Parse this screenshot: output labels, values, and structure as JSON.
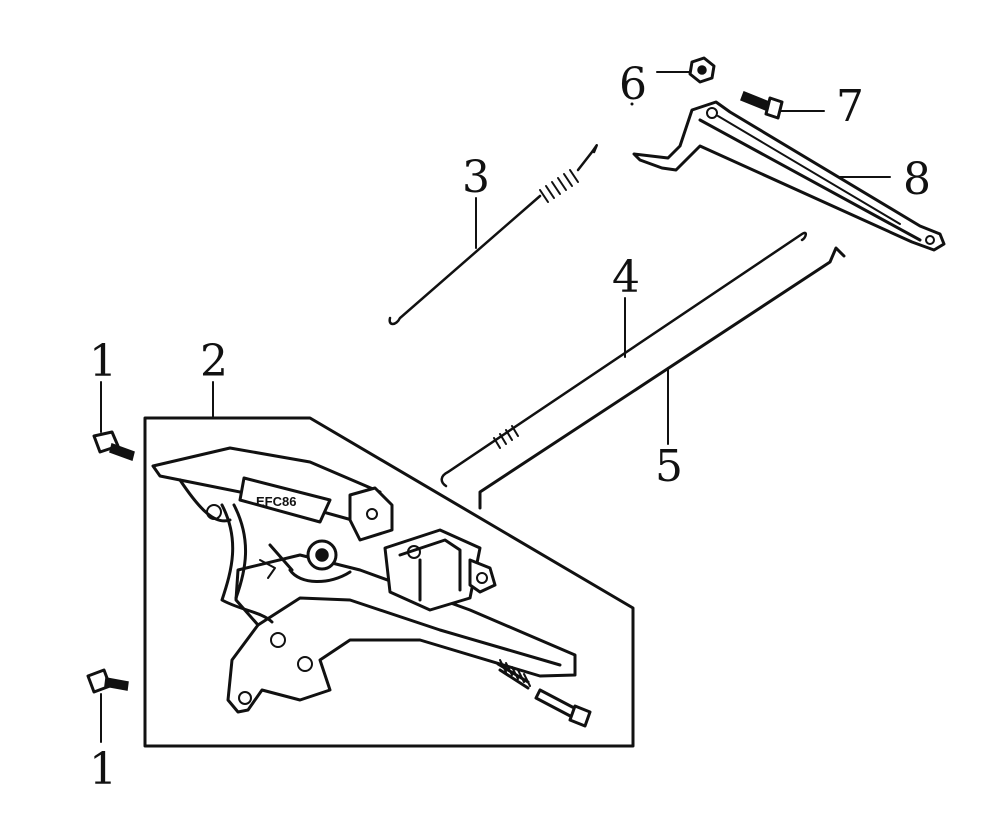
{
  "callouts": [
    {
      "id": "1a",
      "label": "1"
    },
    {
      "id": "1b",
      "label": "1"
    },
    {
      "id": "2",
      "label": "2"
    },
    {
      "id": "3",
      "label": "3"
    },
    {
      "id": "4",
      "label": "4"
    },
    {
      "id": "5",
      "label": "5"
    },
    {
      "id": "6",
      "label": "6"
    },
    {
      "id": "7",
      "label": "7"
    },
    {
      "id": "8",
      "label": "8"
    }
  ]
}
